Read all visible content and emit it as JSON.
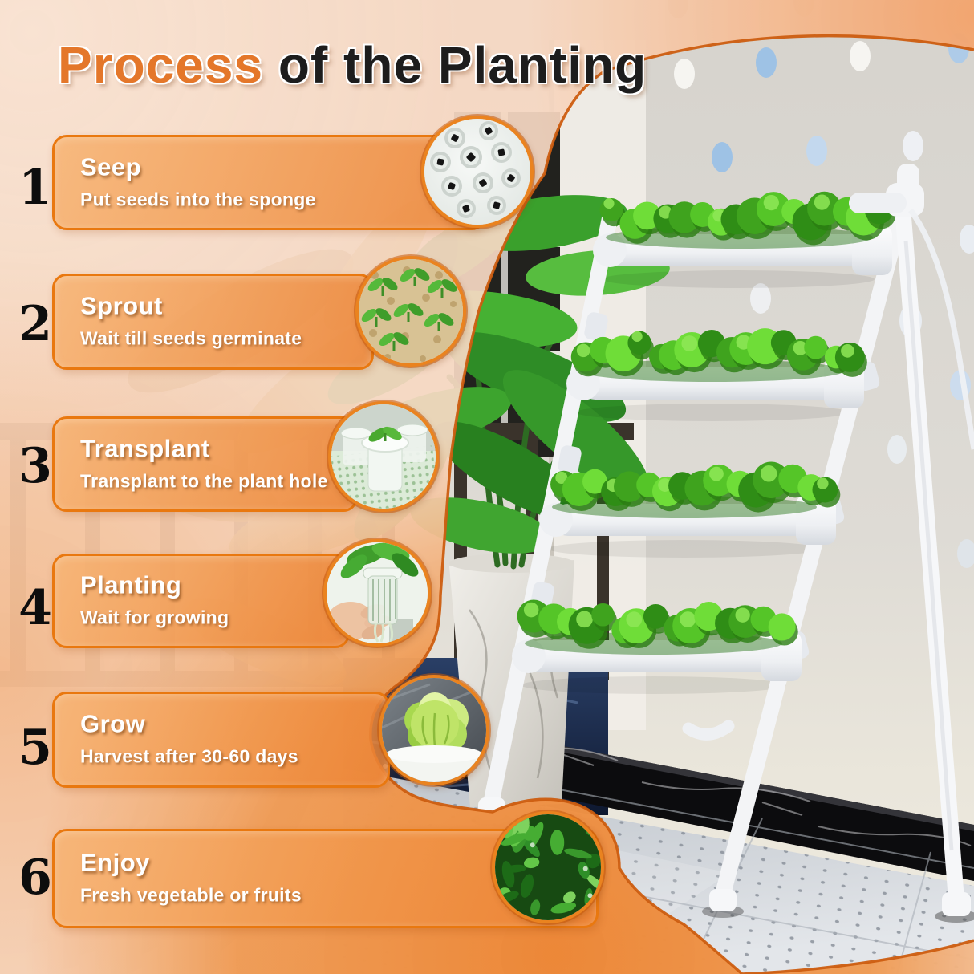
{
  "title": {
    "highlight": "Process",
    "rest": " of the Planting"
  },
  "steps": [
    {
      "number": "1",
      "title": "Seep",
      "subtitle": "Put seeds into the sponge",
      "thumbnail": "sponge-with-seed-holes"
    },
    {
      "number": "2",
      "title": "Sprout",
      "subtitle": "Wait till seeds germinate",
      "thumbnail": "seedlings-in-sponge"
    },
    {
      "number": "3",
      "title": "Transplant",
      "subtitle": "Transplant to the plant hole",
      "thumbnail": "seedling-net-cups"
    },
    {
      "number": "4",
      "title": "Planting",
      "subtitle": "Wait for growing",
      "thumbnail": "hand-holding-net-pot"
    },
    {
      "number": "5",
      "title": "Grow",
      "subtitle": "Harvest after 30-60 days",
      "thumbnail": "lettuce-head-in-pipe"
    },
    {
      "number": "6",
      "title": "Enjoy",
      "subtitle": "Fresh vegetable or fruits",
      "thumbnail": "harvested-fresh-greens"
    }
  ],
  "colors": {
    "accent_orange": "#ee8c3f",
    "box_border": "#e9780f",
    "title_orange": "#e4772a",
    "title_dark": "#1d1d1d",
    "boundary_ring": "#cc5d10"
  },
  "illustration": {
    "name": "hydroponic-tower-with-lettuce",
    "tiers": "4"
  }
}
